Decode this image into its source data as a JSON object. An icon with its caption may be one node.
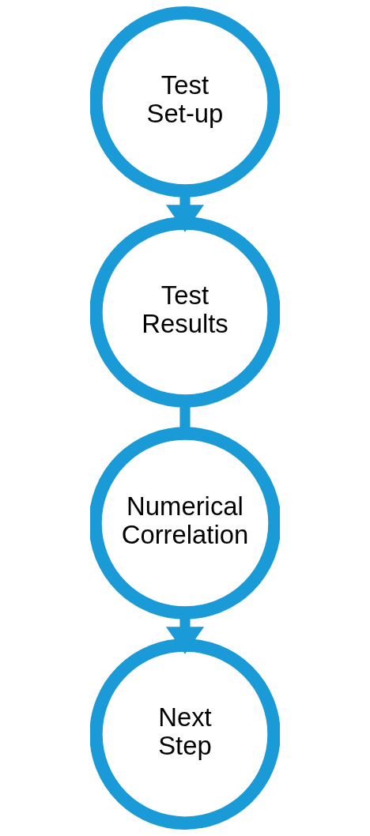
{
  "diagram": {
    "nodes": [
      {
        "text": [
          "Test Set-up"
        ]
      },
      {
        "text": [
          "Test Results"
        ]
      },
      {
        "text": [
          "Numerical Correlation"
        ]
      },
      {
        "text": [
          "Next Step"
        ]
      }
    ],
    "edges": [
      {
        "from": 0,
        "to": 1,
        "arrow": "to"
      },
      {
        "from": 1,
        "to": 2,
        "arrow": "none"
      },
      {
        "from": 2,
        "to": 3,
        "arrow": "to"
      }
    ]
  }
}
